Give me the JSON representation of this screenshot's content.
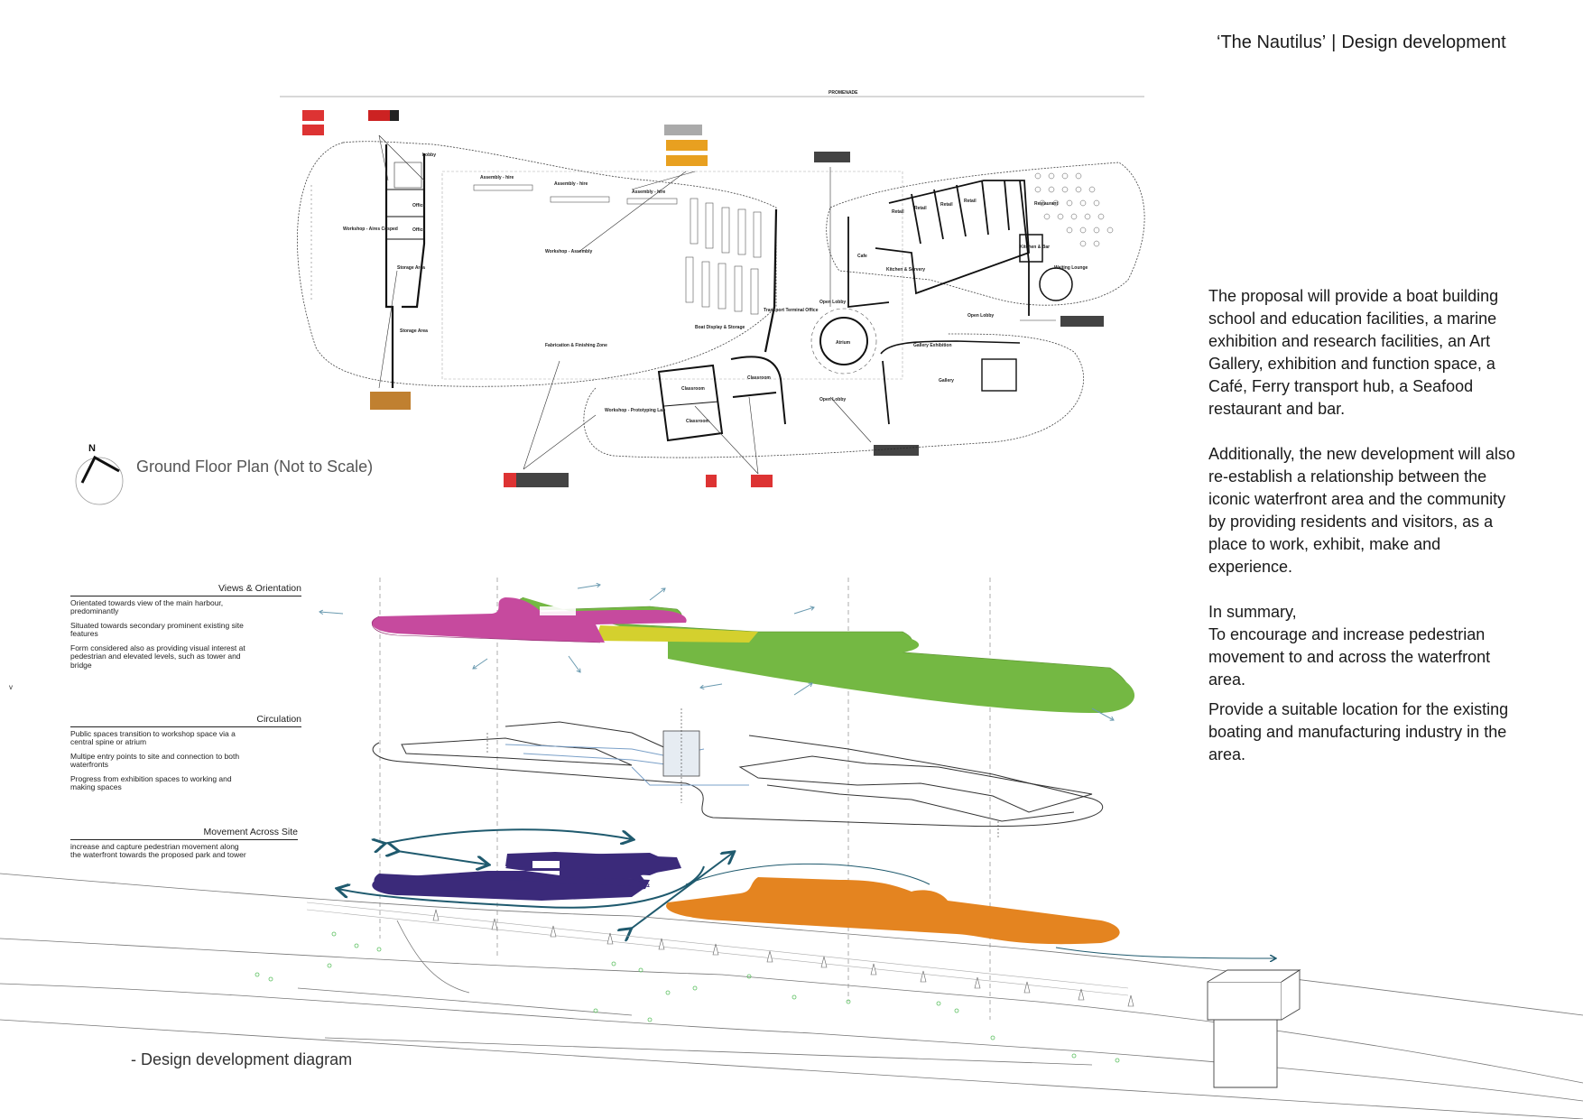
{
  "header": {
    "title_left": "‘The Nautilus’",
    "separator": "|",
    "title_right": "Design development"
  },
  "plan": {
    "promenade_label": "PROMENADE",
    "caption": "Ground Floor Plan (Not to Scale)",
    "north_label": "N",
    "room_labels": {
      "lobby": "Lobby",
      "office_1": "Office",
      "office_2": "Office",
      "storage_1": "Storage Area",
      "storage_2": "Storage Area",
      "workshop_1": "Workshop - Aires Cosped",
      "assembly_hire_1": "Assembly - hire",
      "assembly_hire_2": "Assembly - hire",
      "assembly_hire_3": "Assembly - hire",
      "workshop_assembly": "Workshop - Assembly",
      "boat_display": "Boat Display & Storage",
      "fabrication": "Fabrication & Finishing Zone",
      "workshop_prototype": "Workshop - Prototyping Lab",
      "classroom_1": "Classroom",
      "classroom_2": "Classroom",
      "classroom_3": "Classroom",
      "transport_office": "Transport Terminal Office",
      "open_lobby_1": "Open Lobby",
      "open_lobby_2": "Open Lobby",
      "open_lobby_3": "Open Lobby",
      "atrium": "Atrium",
      "gallery_exhibition": "Gallery Exhibition",
      "gallery": "Gallery",
      "cafe": "Cafe",
      "kitchen_servery": "Kitchen & Servery",
      "retail_1": "Retail",
      "retail_2": "Retail",
      "retail_3": "Retail",
      "retail_4": "Retail",
      "restaurant": "Restaurant",
      "kitchen_bar": "Kitchen & Bar",
      "waiting_lounge": "Waiting Lounge"
    }
  },
  "summary": {
    "p1": "The proposal will provide a boat building school and education facilities, a marine exhibition and research facilities, an Art Gallery, exhibition and function space, a Café, Ferry transport hub, a Seafood restaurant and bar.",
    "p2": "Additionally, the new development will also re-establish a relationship between the iconic waterfront area and the community by providing residents and visitors, as a place to work, exhibit, make and experience.",
    "p3a": "In summary,",
    "p3b": "To encourage and increase pedestrian movement to and across the waterfront area.",
    "p4": "Provide a suitable location for the existing boating and manufacturing industry in the area."
  },
  "diagram": {
    "caption": "- Design development diagram",
    "stray_char": "v",
    "views": {
      "heading": "Views & Orientation",
      "notes": [
        "Orientated towards view of the main harbour, predominantly",
        "Situated towards secondary prominent existing site features",
        "Form considered also as providing visual interest at pedestrian and elevated levels, such as tower and bridge"
      ]
    },
    "circulation": {
      "heading": "Circulation",
      "notes": [
        "Public spaces transition to workshop space via a central spine or atrium",
        "Multipe entry points to site and connection to both waterfronts",
        "Progress from exhibition spaces to working and making spaces"
      ]
    },
    "movement": {
      "heading": "Movement Across Site",
      "notes": [
        "increase and capture pedestrian movement along the waterfront towards the proposed park and tower"
      ]
    },
    "colors": {
      "magenta": "#c64a9e",
      "yellow": "#d4d02e",
      "green": "#74b843",
      "purple": "#3b2a7a",
      "orange": "#e48420",
      "arrow": "#1f5a6e"
    }
  }
}
